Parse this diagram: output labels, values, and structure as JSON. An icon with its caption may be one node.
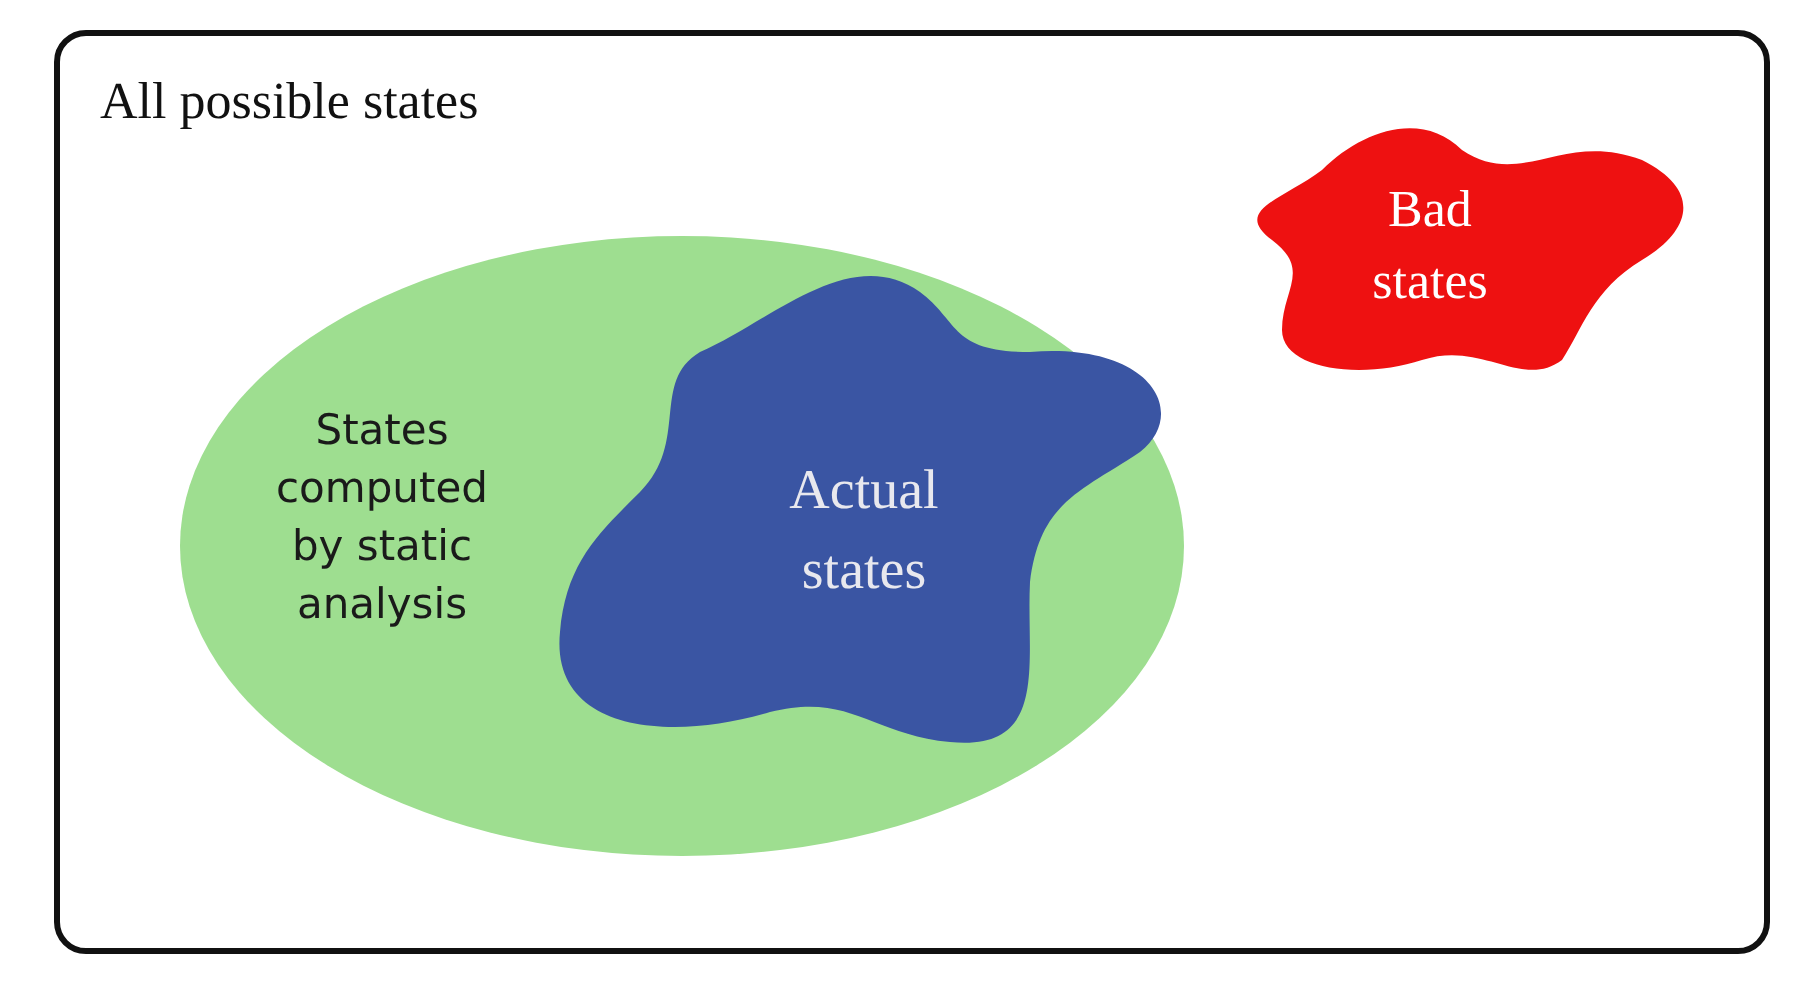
{
  "diagram": {
    "nodes": [
      {
        "text": [
          "All possible states"
        ]
      },
      {
        "text": [
          "States computed by static analysis"
        ],
        "in": 0
      },
      {
        "text": [
          "Actual states"
        ],
        "in": 1
      },
      {
        "text": [
          "Bad states"
        ],
        "in": 0
      }
    ]
  }
}
